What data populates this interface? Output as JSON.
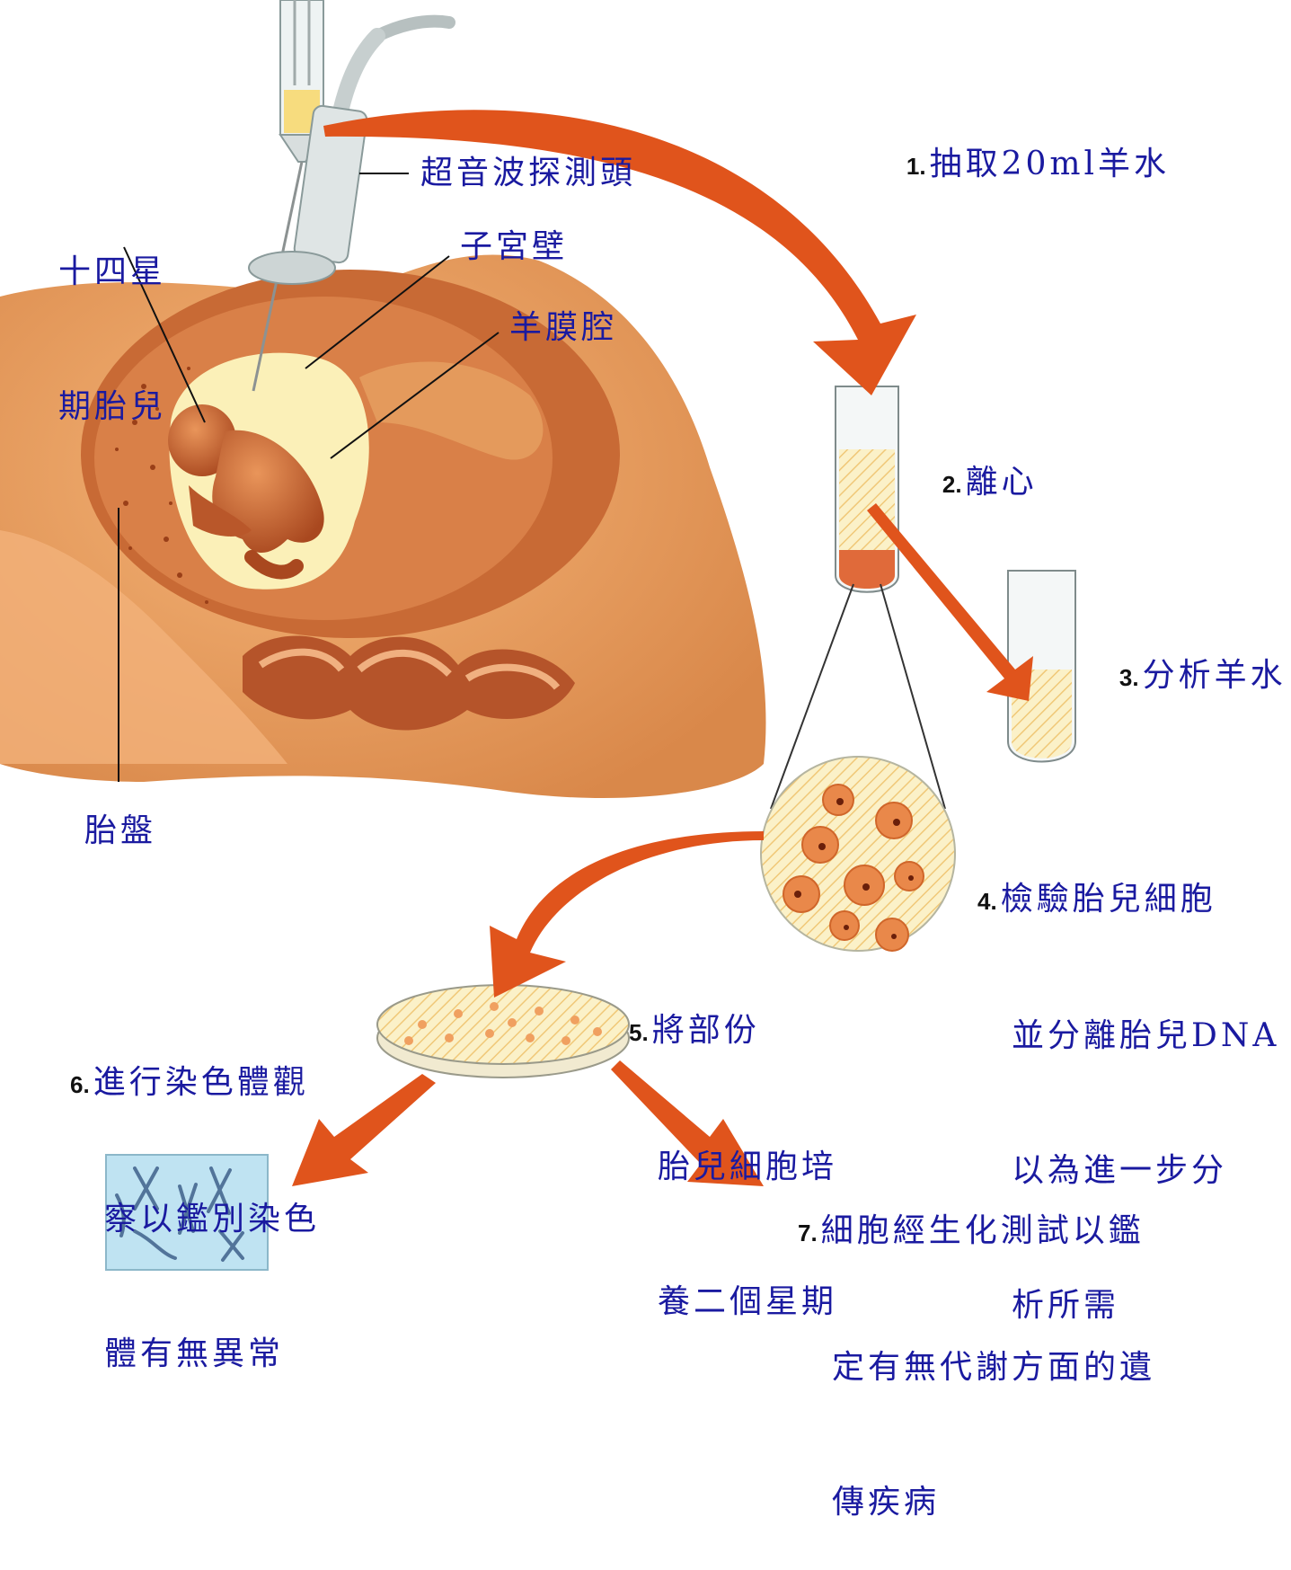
{
  "colors": {
    "label_text": "#1a1aa0",
    "number_text": "#111111",
    "arrow": "#e0541c",
    "tissue": "#e8a060",
    "tissue_dark": "#b5542a",
    "fluid": "#f8efb0",
    "slide": "#bfe3f2"
  },
  "anatomy": {
    "fetus_label_1": "十四星",
    "fetus_label_2": "期胎兒",
    "ultrasound_label": "超音波探測頭",
    "uterus_wall_label": "子宮壁",
    "amniotic_cavity_label": "羊膜腔",
    "placenta_label": "胎盤"
  },
  "steps": [
    {
      "num": "1.",
      "lines": [
        "抽取20ml羊水"
      ]
    },
    {
      "num": "2.",
      "lines": [
        "離心"
      ]
    },
    {
      "num": "3.",
      "lines": [
        "分析羊水"
      ]
    },
    {
      "num": "4.",
      "lines": [
        "檢驗胎兒細胞",
        "並分離胎兒DNA",
        "以為進一步分",
        "析所需"
      ]
    },
    {
      "num": "5.",
      "lines": [
        "將部份",
        "胎兒細胞培",
        "養二個星期"
      ]
    },
    {
      "num": "6.",
      "lines": [
        "進行染色體觀",
        "察以鑑別染色",
        "體有無異常"
      ]
    },
    {
      "num": "7.",
      "lines": [
        "細胞經生化測試以鑑",
        "定有無代謝方面的遺",
        "傳疾病"
      ]
    }
  ],
  "icons": {
    "syringe": "syringe-icon",
    "probe": "ultrasound-probe-icon",
    "tube_large": "centrifuge-tube-icon",
    "tube_small": "test-tube-icon",
    "cells": "fetal-cells-magnified-icon",
    "dish": "petri-dish-icon",
    "slide": "chromosome-slide-icon"
  }
}
